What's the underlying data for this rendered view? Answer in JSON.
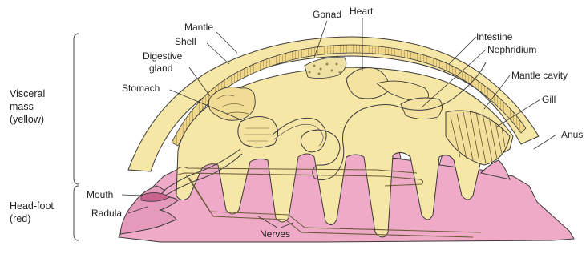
{
  "diagram": {
    "labels": {
      "visceral_line1": "Visceral",
      "visceral_line2": "mass",
      "visceral_line3": "(yellow)",
      "headfoot_line1": "Head-foot",
      "headfoot_line2": "(red)",
      "mantle": "Mantle",
      "shell": "Shell",
      "digestive_line1": "Digestive",
      "digestive_line2": "gland",
      "stomach": "Stomach",
      "gonad": "Gonad",
      "heart": "Heart",
      "intestine": "Intestine",
      "nephridium": "Nephridium",
      "mantle_cavity": "Mantle cavity",
      "gill": "Gill",
      "anus": "Anus",
      "mouth": "Mouth",
      "radula": "Radula",
      "nerves": "Nerves"
    },
    "colors": {
      "visceral_mass": "#f7e7a6",
      "head_foot": "#eeaac6",
      "head_foot_dark": "#d97aa3",
      "outline": "#3a3a3a",
      "shell_band": "#e8cf7a",
      "text": "#222222"
    }
  }
}
